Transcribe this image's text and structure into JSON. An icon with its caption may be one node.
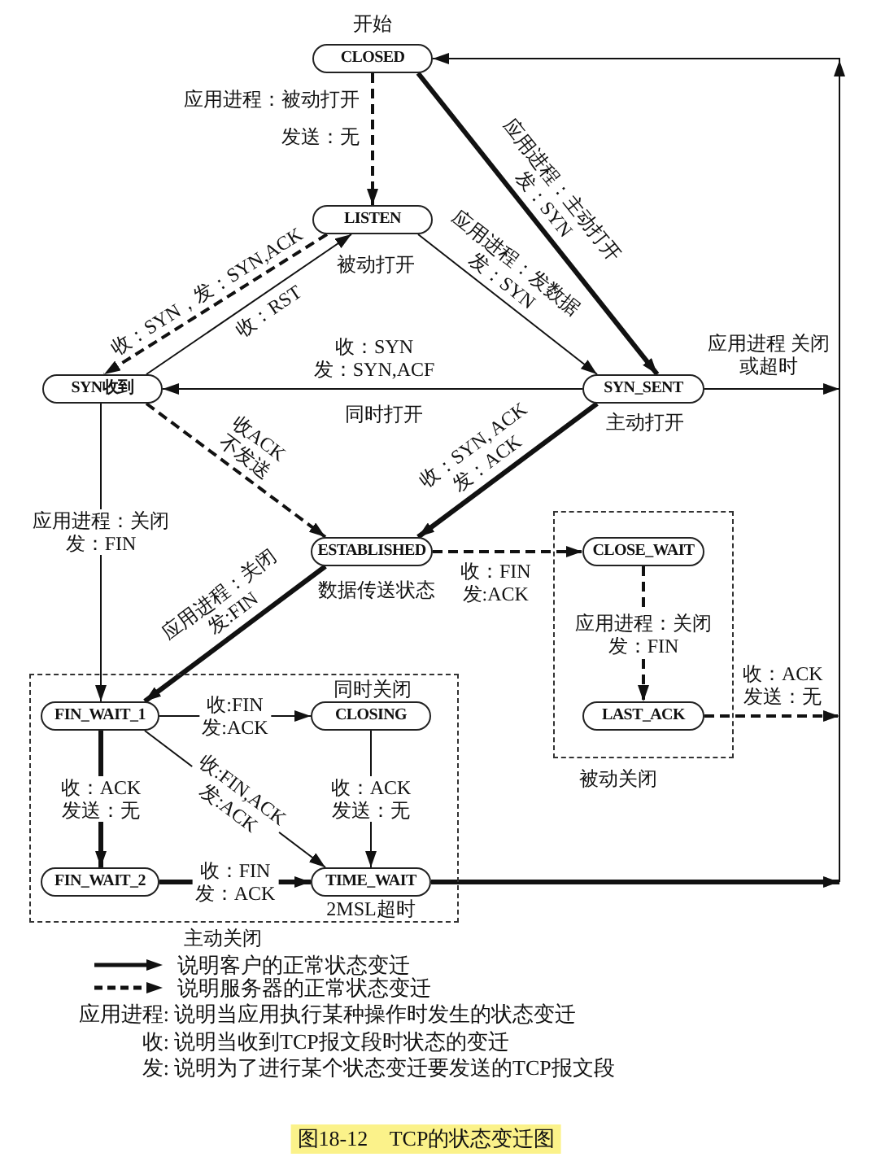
{
  "diagram": {
    "caption": "图18-12 TCP的状态变迁图",
    "nodes": [
      {
        "text": [
          "CLOSED"
        ],
        "beside": [
          "开始"
        ]
      },
      {
        "text": [
          "LISTEN"
        ],
        "beside": [
          "被动打开"
        ]
      },
      {
        "text": [
          "SYN收到"
        ]
      },
      {
        "text": [
          "SYN_SENT"
        ],
        "beside": [
          "主动打开"
        ]
      },
      {
        "text": [
          "ESTABLISHED"
        ],
        "beside": [
          "数据传送状态"
        ]
      },
      {
        "text": [
          "被动关闭"
        ]
      },
      {
        "text": [
          "CLOSE_WAIT"
        ],
        "in": 5
      },
      {
        "text": [
          "主动关闭"
        ]
      },
      {
        "text": [
          "FIN_WAIT_1"
        ],
        "in": 7
      },
      {
        "text": [
          "CLOSING"
        ],
        "in": 7,
        "beside": [
          "同时关闭"
        ]
      },
      {
        "text": [
          "LAST_ACK"
        ],
        "in": 5
      },
      {
        "text": [
          "FIN_WAIT_2"
        ],
        "in": 7
      },
      {
        "text": [
          "TIME_WAIT"
        ],
        "in": 7,
        "beside": [
          "2MSL超时"
        ]
      }
    ],
    "edges": [
      {
        "from": 0,
        "to": 1,
        "arrow": "to",
        "style": "dashed",
        "label": "应用进程：被动打开发送：无"
      },
      {
        "from": 0,
        "to": 3,
        "arrow": "to",
        "style": "thick",
        "label": "应用进程：主动打开发：SYN"
      },
      {
        "from": 1,
        "to": 2,
        "arrow": "to",
        "style": "dashed",
        "label": "收：SYN，发：SYN,ACK"
      },
      {
        "from": 2,
        "to": 1,
        "arrow": "to",
        "label": "收：RST"
      },
      {
        "from": 1,
        "to": 3,
        "arrow": "to",
        "label": "应用进程：发数据发：SYN"
      },
      {
        "from": 3,
        "to": 0,
        "arrow": "to",
        "label": "应用进程 关闭或超时"
      },
      {
        "from": 3,
        "to": 2,
        "arrow": "to",
        "label": "收：SYN 发：SYN,ACF"
      },
      {
        "from": 2,
        "to": 4,
        "arrow": "to",
        "style": "dashed",
        "label": "收ACK 不发送"
      },
      {
        "from": 3,
        "to": 4,
        "arrow": "to",
        "style": "thick",
        "label": "收：SYN, ACK 发：ACK"
      },
      {
        "from": 4,
        "to": 6,
        "arrow": "to",
        "style": "dashed",
        "label": "收：FIN 发:ACK"
      },
      {
        "from": 2,
        "to": 8,
        "arrow": "to",
        "label": "应用进程：关闭发：FIN"
      },
      {
        "from": 4,
        "to": 8,
        "arrow": "to",
        "style": "thick",
        "label": "应用进程：关闭发:FIN"
      },
      {
        "from": 6,
        "to": 10,
        "arrow": "to",
        "style": "dashed",
        "label": "应用进程：关闭发：FIN"
      },
      {
        "from": 8,
        "to": 9,
        "arrow": "to",
        "label": "收:FIN 发:ACK"
      },
      {
        "from": 10,
        "to": 0,
        "arrow": "to",
        "label": "收：ACK 发送：无"
      },
      {
        "from": 8,
        "to": 11,
        "arrow": "to",
        "style": "thick",
        "label": "收：ACK 发送：无"
      },
      {
        "from": 8,
        "to": 12,
        "arrow": "to",
        "label": "收:FIN,ACK 发:ACK"
      },
      {
        "from": 9,
        "to": 12,
        "arrow": "to",
        "label": "收：ACK 发送：无"
      },
      {
        "from": 11,
        "to": 12,
        "arrow": "to",
        "style": "thick",
        "label": "收：FIN 发：ACK"
      },
      {
        "from": 12,
        "to": 0,
        "arrow": "to"
      }
    ],
    "labels": [
      "同时打开",
      "应用进程:",
      "说明当应用执行某种操作时发生的状态变迁",
      "收:",
      "说明当收到TCP报文段时状态的变迁",
      "发:",
      "说明为了进行某个状态变迁要发送的TCP报文段"
    ],
    "legend": [
      {
        "text": "说明客户的正常状态变迁"
      },
      {
        "text": "说明服务器的正常状态变迁"
      }
    ]
  }
}
